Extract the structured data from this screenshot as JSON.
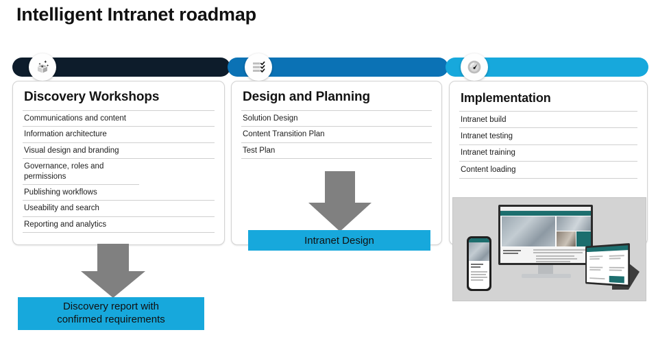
{
  "page": {
    "title": "Intelligent Intranet roadmap"
  },
  "colors": {
    "phase1": "#0d1c2b",
    "phase2": "#0b72b5",
    "phase3": "#17a8dc",
    "arrow": "#808080",
    "card_border": "#d2d2d2",
    "row_rule": "#cfcfcf",
    "text": "#1b1b1b"
  },
  "timeline": {
    "nodes": [
      {
        "icon": "box-sparkle-icon",
        "phase": "Discovery Workshops"
      },
      {
        "icon": "checklist-icon",
        "phase": "Design and Planning"
      },
      {
        "icon": "gauge-icon",
        "phase": "Implementation"
      }
    ]
  },
  "cards": [
    {
      "title": "Discovery Workshops",
      "items": [
        "Communications and content",
        "Information architecture",
        "Visual design and branding",
        "Governance, roles and permissions",
        "Publishing workflows",
        "Useability and search",
        "Reporting and analytics"
      ]
    },
    {
      "title": "Design and Planning",
      "items": [
        "Solution Design",
        "Content Transition Plan",
        "Test Plan"
      ]
    },
    {
      "title": "Implementation",
      "items": [
        "Intranet build",
        "Intranet testing",
        "Intranet training",
        "Content loading"
      ]
    }
  ],
  "callouts": {
    "design": "Intranet Design",
    "report_line1": "Discovery report with",
    "report_line2": "confirmed requirements"
  },
  "arrows": [
    {
      "name": "discovery-to-report-arrow"
    },
    {
      "name": "planning-to-design-arrow"
    }
  ],
  "device_mockup": {
    "alt": "SharePoint intranet shown on desktop monitor, smartphone and tablet"
  }
}
